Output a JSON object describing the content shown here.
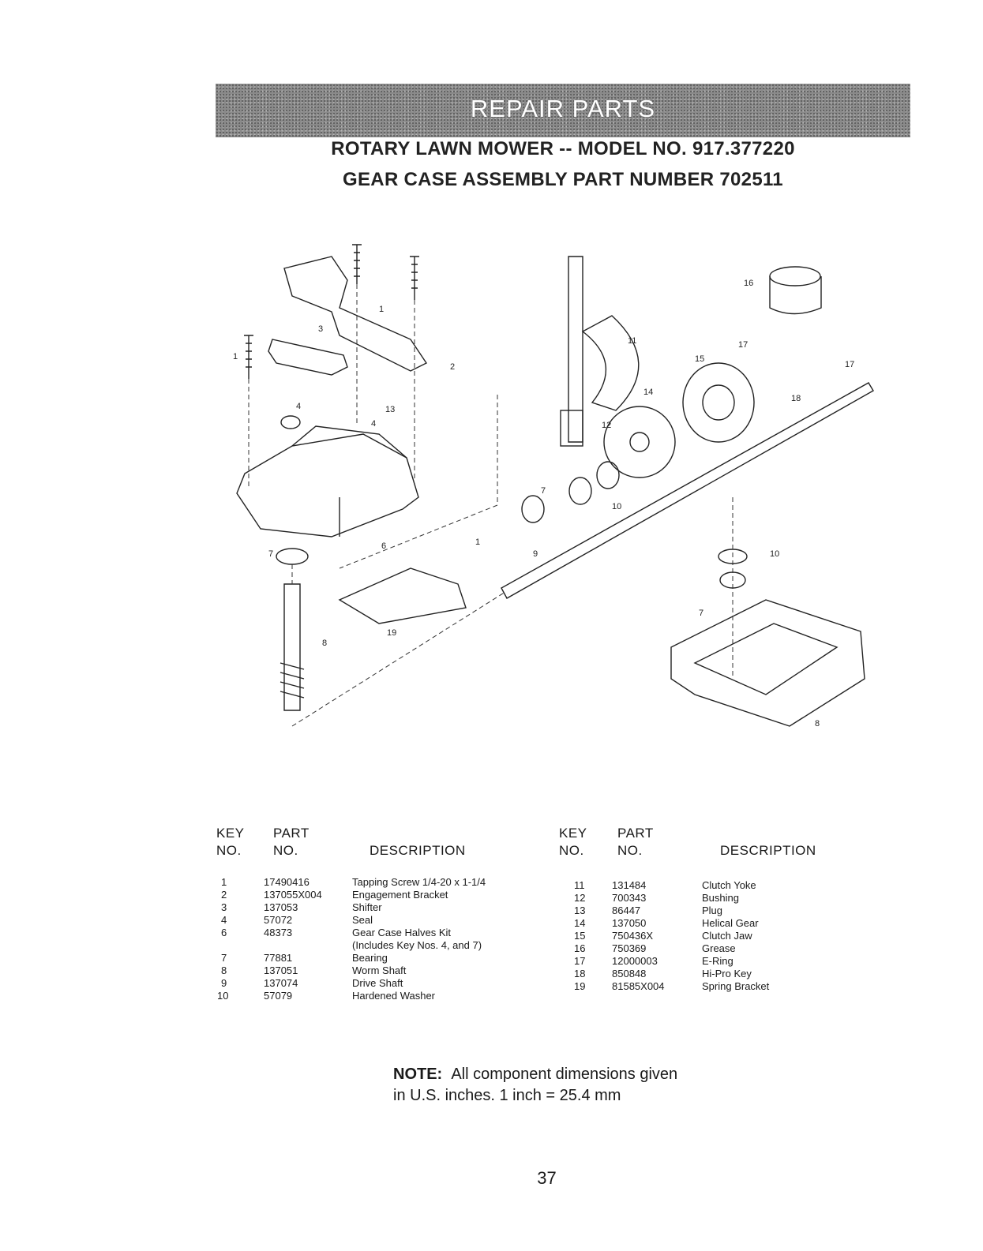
{
  "banner": {
    "title": "REPAIR PARTS"
  },
  "headings": {
    "line1": "ROTARY LAWN MOWER -- MODEL NO. 917.377220",
    "line2": "GEAR CASE ASSEMBLY PART NUMBER 702511"
  },
  "diagram": {
    "callouts": [
      "1",
      "1",
      "2",
      "3",
      "4",
      "6",
      "7",
      "7",
      "7",
      "8",
      "8",
      "9",
      "10",
      "10",
      "11",
      "12",
      "13",
      "14",
      "15",
      "16",
      "17",
      "17",
      "18",
      "19",
      "1",
      "4"
    ]
  },
  "table_headers": {
    "key_line1": "KEY",
    "key_line2": "NO.",
    "part_line1": "PART",
    "part_line2": "NO.",
    "description": "DESCRIPTION"
  },
  "parts_left": [
    {
      "key": "1",
      "part": "17490416",
      "description": "Tapping Screw  1/4-20 x 1-1/4"
    },
    {
      "key": "2",
      "part": "137055X004",
      "description": "Engagement Bracket"
    },
    {
      "key": "3",
      "part": "137053",
      "description": "Shifter"
    },
    {
      "key": "4",
      "part": "57072",
      "description": "Seal"
    },
    {
      "key": "6",
      "part": "48373",
      "description": "Gear Case Halves Kit"
    },
    {
      "key": "",
      "part": "",
      "description": "(Includes Key Nos. 4, and 7)"
    },
    {
      "key": "7",
      "part": "77881",
      "description": "Bearing"
    },
    {
      "key": "8",
      "part": "137051",
      "description": "Worm Shaft"
    },
    {
      "key": "9",
      "part": "137074",
      "description": "Drive Shaft"
    },
    {
      "key": "10",
      "part": "57079",
      "description": "Hardened Washer"
    }
  ],
  "parts_right": [
    {
      "key": "11",
      "part": "131484",
      "description": "Clutch Yoke"
    },
    {
      "key": "12",
      "part": "700343",
      "description": "Bushing"
    },
    {
      "key": "13",
      "part": "86447",
      "description": "Plug"
    },
    {
      "key": "14",
      "part": "137050",
      "description": "Helical Gear"
    },
    {
      "key": "15",
      "part": "750436X",
      "description": "Clutch Jaw"
    },
    {
      "key": "16",
      "part": "750369",
      "description": "Grease"
    },
    {
      "key": "17",
      "part": "12000003",
      "description": "E-Ring"
    },
    {
      "key": "18",
      "part": "850848",
      "description": "Hi-Pro Key"
    },
    {
      "key": "19",
      "part": "81585X004",
      "description": "Spring Bracket"
    }
  ],
  "note": {
    "label": "NOTE:",
    "text1": "All component dimensions given",
    "text2": "in U.S. inches. 1 inch = 25.4 mm"
  },
  "page_number": "37"
}
